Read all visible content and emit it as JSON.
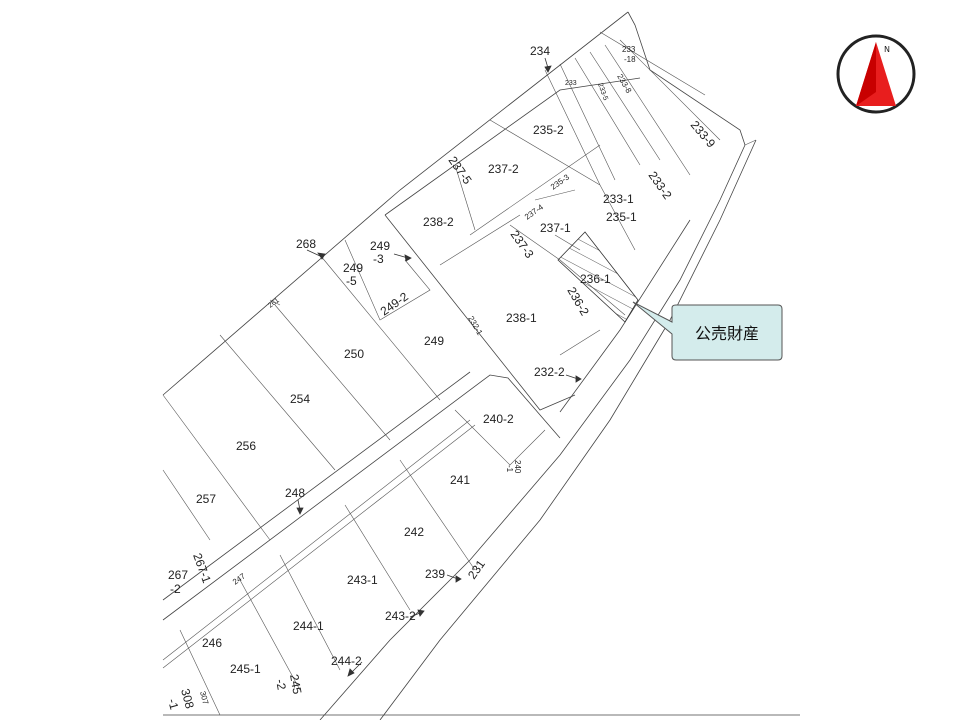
{
  "compass": {
    "north_label": "N",
    "icon": "north-arrow-icon"
  },
  "callout": {
    "text": "公売財産"
  },
  "parcels": {
    "p234": "234",
    "p233_18a": "233",
    "p233_18b": "-18",
    "p233_8": "233-8",
    "p233_5": "233-5",
    "p233_9": "233-9",
    "p235_2": "235-2",
    "p237_5": "237-5",
    "p237_2": "237-2",
    "p235_3": "235-3",
    "p233_2": "233-2",
    "p233_1": "233-1",
    "p235_1": "235-1",
    "p237_4": "237-4",
    "p238_2": "238-2",
    "p237_1": "237-1",
    "p237_3": "237-3",
    "p236_1": "236-1",
    "p236_2": "236-2",
    "p268": "268",
    "p249_3a": "249",
    "p249_3b": "-3",
    "p249_5a": "249",
    "p249_5b": "-5",
    "p249_2": "249-2",
    "p238_1": "238-1",
    "p232_1": "232-1",
    "p249": "249",
    "p250": "250",
    "p232_2": "232-2",
    "p254": "254",
    "p240_2": "240-2",
    "p256": "256",
    "p240_1a": "240",
    "p240_1b": "-1",
    "p241": "241",
    "p248": "248",
    "p257": "257",
    "p242": "242",
    "p239": "239",
    "p231": "231",
    "p267_1": "267-1",
    "p267_2a": "267",
    "p267_2b": "-2",
    "p247": "247",
    "p243_1": "243-1",
    "p243_2": "243-2",
    "p246": "246",
    "p244_1": "244-1",
    "p244_2": "244-2",
    "p245_1": "245-1",
    "p245_2a": "245",
    "p245_2b": "-2",
    "p308a": "308",
    "p308b": "-1",
    "p307": "307",
    "p261": "261",
    "p233_small": "233"
  }
}
